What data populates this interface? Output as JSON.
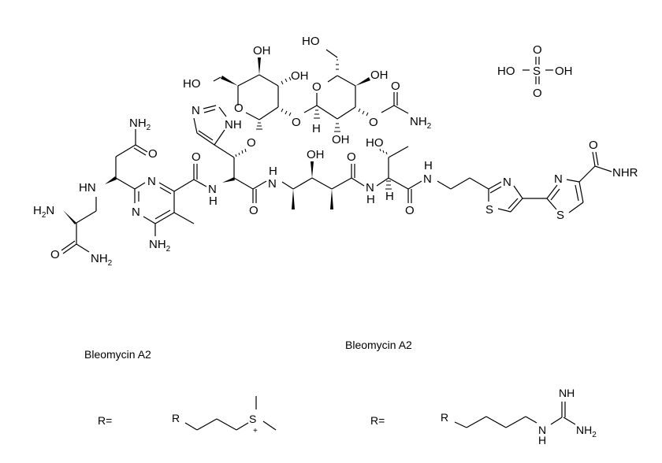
{
  "figure": {
    "compound_label_left": "Bleomycin A2",
    "compound_label_right": "Bleomycin A2",
    "r_label_left": "R=",
    "r_label_right": "R=",
    "acid": {
      "center": "S",
      "left": "HO",
      "right": "OH",
      "top": "O",
      "bottom": "O"
    },
    "atoms": {
      "nh2": "NH",
      "sub2": "2",
      "h2n": "H",
      "n": "N",
      "hn": "HN",
      "nh": "NH",
      "h": "H",
      "o": "O",
      "oh": "OH",
      "ho": "HO",
      "s": "S",
      "nhr": "NHR",
      "r": "R",
      "plus": "+"
    },
    "substituent_left": {
      "start": "R",
      "terminal": "S",
      "charge": "+"
    },
    "substituent_right": {
      "start": "R",
      "nh_top": "NH",
      "n": "N",
      "h": "H",
      "nh2": "NH"
    }
  }
}
